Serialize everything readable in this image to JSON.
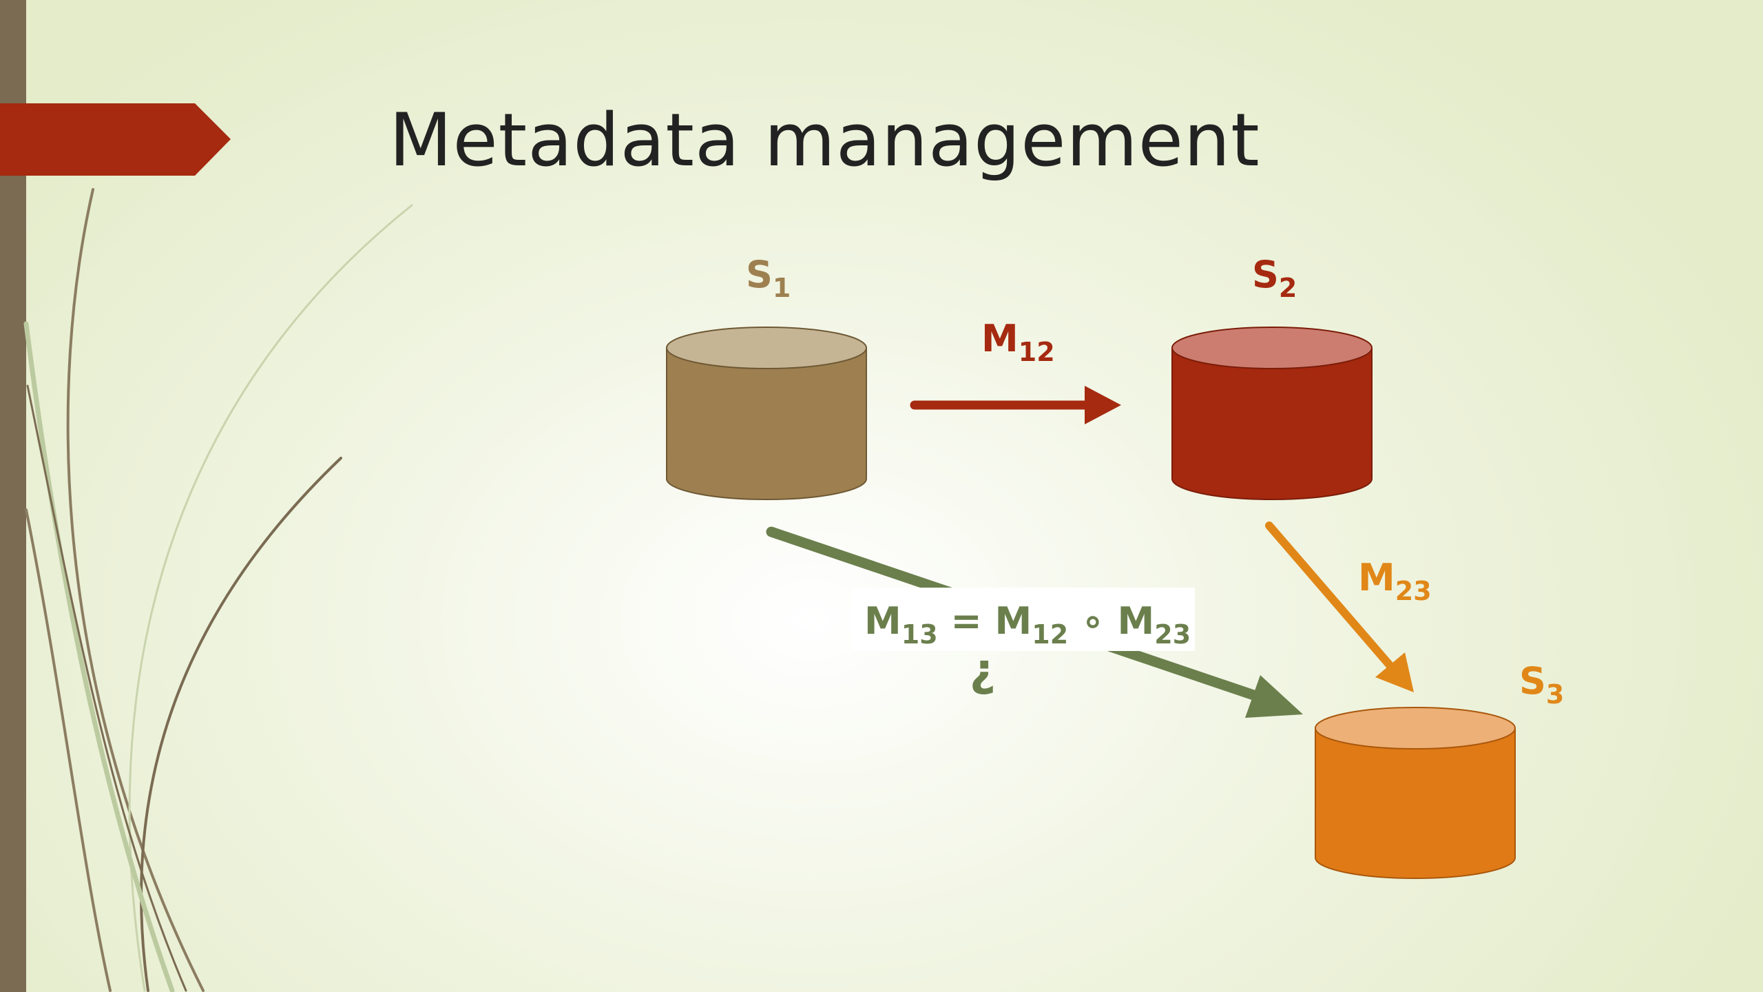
{
  "slide": {
    "title": "Metadata management",
    "colors": {
      "sidebar": "#7a6b52",
      "title_flag": "#a52a10",
      "s1_body": "#9e8050",
      "s1_top": "#c5b595",
      "s2_body": "#a5290f",
      "s2_top": "#cc7d70",
      "s3_body": "#df7a16",
      "s3_top": "#edb077",
      "arrow_m12": "#a52a10",
      "arrow_m23": "#e08718",
      "arrow_m13": "#6b7f4d",
      "formula": "#6b7f4d"
    }
  },
  "diagram": {
    "nodes": [
      {
        "id": "s1",
        "label": "S",
        "subscript": "1"
      },
      {
        "id": "s2",
        "label": "S",
        "subscript": "2"
      },
      {
        "id": "s3",
        "label": "S",
        "subscript": "3"
      }
    ],
    "edges": [
      {
        "id": "m12",
        "label": "M",
        "subscript": "12",
        "from": "s1",
        "to": "s2"
      },
      {
        "id": "m23",
        "label": "M",
        "subscript": "23",
        "from": "s2",
        "to": "s3"
      },
      {
        "id": "m13",
        "from": "s1",
        "to": "s3"
      }
    ],
    "formula": {
      "lhs": "M",
      "lhs_sub": "13",
      "eq": " = ",
      "t1": "M",
      "t1_sub": "12",
      "op": " ∘ ",
      "t2": "M",
      "t2_sub": "23"
    },
    "question_mark": "?"
  }
}
